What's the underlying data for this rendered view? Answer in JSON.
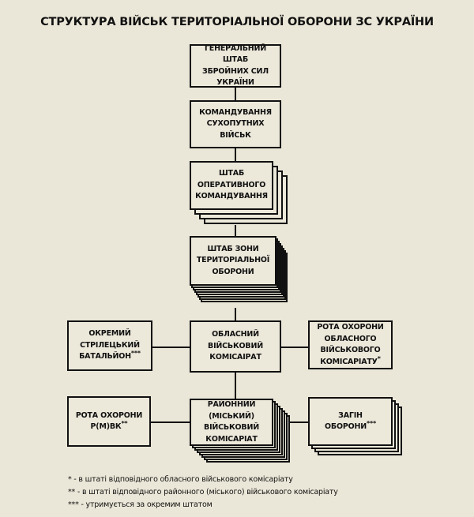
{
  "title": "СТРУКТУРА ВІЙСЬК ТЕРИТОРІАЛЬНОЇ ОБОРОНИ ЗС УКРАЇНИ",
  "nodes": {
    "general_staff": {
      "text": "ГЕНЕРАЛЬНИЙ\nШТАБ\nЗБРОЙНИХ СИЛ\nУКРАЇНИ",
      "mark": "",
      "copies": 1
    },
    "land_forces": {
      "text": "КОМАНДУВАННЯ\nСУХОПУТНИХ\nВІЙСЬК",
      "mark": "",
      "copies": 1
    },
    "operational_command": {
      "text": "ШТАБ\nОПЕРАТИВНОГО\nКОМАНДУВАННЯ",
      "mark": "",
      "copies": 4
    },
    "territorial_zone": {
      "text": "ШТАБ ЗОНИ\nТЕРИТОРІАЛЬНОЇ\nОБОРОНИ",
      "mark": "",
      "copies": 8
    },
    "rifle_battalion": {
      "text": "ОКРЕМИЙ\nСТРІЛЕЦЬКИЙ\nБАТАЛЬЙОН",
      "mark": "***",
      "copies": 1
    },
    "regional_commissariat": {
      "text": "ОБЛАСНИЙ\nВІЙСЬКОВИЙ\nКОМІСАІРАТ",
      "mark": "",
      "copies": 1
    },
    "regional_guard_company": {
      "text": "РОТА ОХОРОНИ\nОБЛАСНОГО\nВІЙСЬКОВОГО\nКОМІСАРІАТУ",
      "mark": "*",
      "copies": 1
    },
    "district_guard_company": {
      "text": "РОТА ОХОРОНИ\nР(М)ВК",
      "mark": "**",
      "copies": 1
    },
    "district_commissariat": {
      "text": "РАЙОННИЙ\n(МІСЬКИЙ)\nВІЙСЬКОВИЙ\nКОМІСАРІАТ",
      "mark": "",
      "copies": 8
    },
    "defense_detachment": {
      "text": "ЗАГІН\nОБОРОНИ",
      "mark": "***",
      "copies": 4
    }
  },
  "notes": [
    "* - в штаті відповідного обласного військового комісаріату",
    "** - в штаті відповідного районного (міського) військового комісаріату",
    "*** - утримується за окремим штатом"
  ]
}
